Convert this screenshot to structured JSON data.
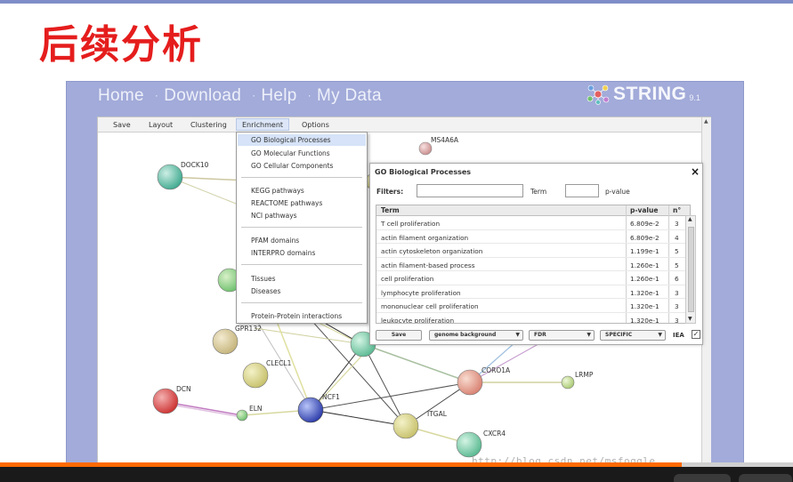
{
  "slide": {
    "title": "后续分析"
  },
  "nav": {
    "items": [
      "Home",
      "Download",
      "Help",
      "My Data"
    ],
    "separator": "·"
  },
  "logo": {
    "text": "STRING",
    "version": "9.1"
  },
  "toolbar": {
    "items": [
      "Save",
      "Layout",
      "Clustering",
      "Enrichment",
      "Options"
    ],
    "active": "Enrichment"
  },
  "enrichment_menu": {
    "groups": [
      [
        "GO Biological Processes",
        "GO Molecular Functions",
        "GO Cellular Components"
      ],
      [
        "KEGG pathways",
        "REACTOME pathways",
        "NCI pathways"
      ],
      [
        "PFAM domains",
        "INTERPRO domains"
      ],
      [
        "Tissues",
        "Diseases"
      ],
      [
        "Protein-Protein interactions"
      ]
    ],
    "highlighted": "GO Biological Processes"
  },
  "panel": {
    "title": "GO Biological Processes",
    "close": "×",
    "filters_label": "Filters:",
    "term_label": "Term",
    "pvalue_label": "p-value",
    "columns": [
      "Term",
      "p-value",
      "n°"
    ],
    "rows": [
      [
        "T cell proliferation",
        "6.809e-2",
        "3"
      ],
      [
        "actin filament organization",
        "6.809e-2",
        "4"
      ],
      [
        "actin cytoskeleton organization",
        "1.199e-1",
        "5"
      ],
      [
        "actin filament-based process",
        "1.260e-1",
        "5"
      ],
      [
        "cell proliferation",
        "1.260e-1",
        "6"
      ],
      [
        "lymphocyte proliferation",
        "1.320e-1",
        "3"
      ],
      [
        "mononuclear cell proliferation",
        "1.320e-1",
        "3"
      ],
      [
        "leukocyte proliferation",
        "1.320e-1",
        "3"
      ]
    ],
    "buttons": {
      "save": "Save",
      "background": "genome background",
      "correction": "FDR",
      "mode": "SPECIFIC"
    },
    "iea_label": "IEA",
    "iea_checked": "✓"
  },
  "network": {
    "labels": [
      "MS4A6A",
      "DOCK10",
      "GPR132",
      "CLECL1",
      "DCN",
      "ELN",
      "NCF1",
      "ITGAL",
      "CORO1A",
      "LRMP",
      "CXCR4"
    ]
  },
  "watermark": "http://blog.csdn.net/msfoggle...",
  "player": {
    "progress": 0.86
  },
  "colors": {
    "frame": "#a2abd9",
    "title_red": "#e51d1d",
    "progress": "#ff6a00"
  }
}
